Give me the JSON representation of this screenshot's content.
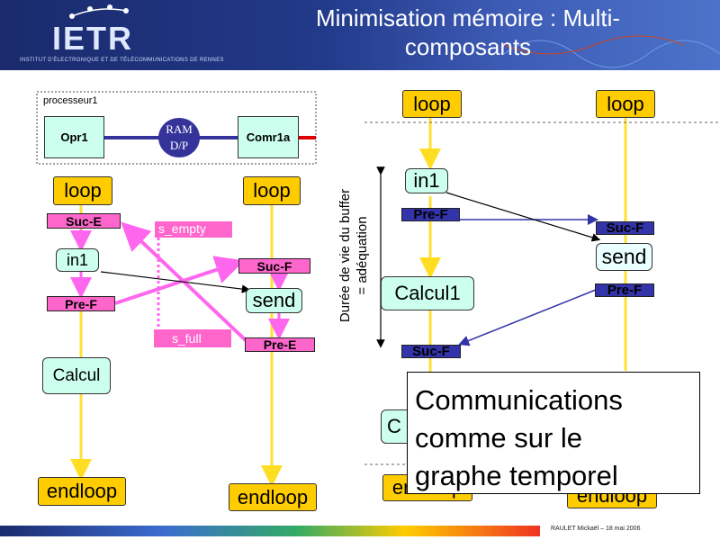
{
  "header": {
    "logo_text": "IETR",
    "institute": "INSTITUT D'ÉLECTRONIQUE ET DE TÉLÉCOMMUNICATIONS DE RENNES",
    "title_line1": "Minimisation mémoire : Multi-",
    "title_line2": "composants"
  },
  "architecture": {
    "container_label": "processeur1",
    "opr": "Opr1",
    "ram_line1": "RAM",
    "ram_line2": "D/P",
    "comr": "Comr1a"
  },
  "left_diagram": {
    "loop1": "loop",
    "loop2": "loop",
    "suc_e": "Suc-E",
    "s_empty": "s_empty",
    "in1": "in1",
    "suc_f": "Suc-F",
    "send": "send",
    "pre_f": "Pre-F",
    "s_full": "s_full",
    "pre_e": "Pre-E",
    "calcul": "Calcul",
    "endloop1": "endloop",
    "endloop2": "endloop"
  },
  "right_diagram": {
    "loop1": "loop",
    "loop2": "loop",
    "in1": "in1",
    "pre_f": "Pre-F",
    "suc_f": "Suc-F",
    "send": "send",
    "calcul1": "Calcul1",
    "pre_f2": "Pre-F",
    "suc_f2": "Suc-F",
    "partial_c": "C",
    "endloop1": "endloop",
    "endloop2": "endloop",
    "axis_line1": "Durée de vie du buffer",
    "axis_line2": "= adéquation"
  },
  "callout": {
    "line1": "Communications",
    "line2": "comme sur le",
    "line3": "graphe temporel"
  },
  "footer": {
    "text": "RAULET Mickaël – 18 mai 2006"
  },
  "colors": {
    "loop": "#ffcc00",
    "green": "#ccffee",
    "pink": "#ff66cc",
    "blue": "#3333aa",
    "arrow_yellow": "#ffe033",
    "arrow_magenta": "#ff66ee"
  }
}
